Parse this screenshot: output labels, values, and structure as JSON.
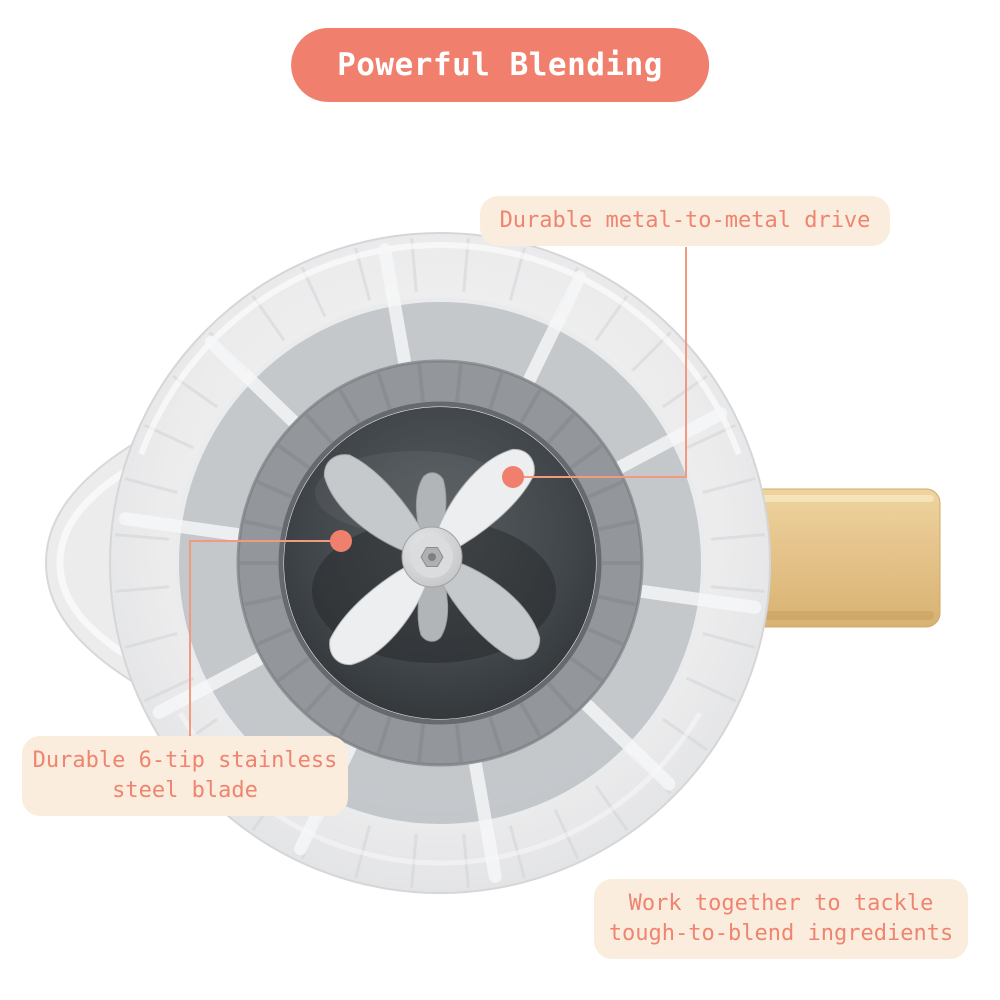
{
  "title": {
    "label": "Powerful Blending"
  },
  "callouts": {
    "drive": {
      "lines": [
        "Durable metal-to-metal drive"
      ]
    },
    "blade": {
      "lines": [
        "Durable 6-tip stainless",
        "steel blade"
      ]
    },
    "together": {
      "lines": [
        "Work together to tackle",
        "tough-to-blend ingredients"
      ]
    }
  },
  "photo": {
    "alt": "Top-down view of a clear blender jar with pour spout, gold handle, gray gasket ring, dark blending well and a stainless steel multi-tip blade assembly"
  },
  "colors": {
    "coral": "#F0806D",
    "cream": "#FAEDDD",
    "calloutText": "#EF8470",
    "leader": "#F19A80",
    "gold": "#E4C188"
  }
}
